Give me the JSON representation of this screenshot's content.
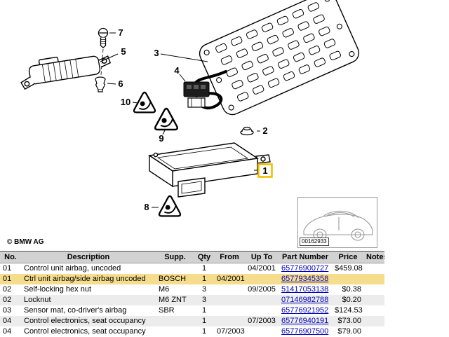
{
  "diagram": {
    "copyright": "© BMW AG",
    "thumbnail_code": "00162933",
    "callouts": {
      "c1": "1",
      "c2": "2",
      "c3": "3",
      "c4": "4",
      "c5": "5",
      "c6": "6",
      "c7": "7",
      "c8": "8",
      "c9": "9",
      "c10": "10"
    },
    "callout_highlight_color": "#f0c000"
  },
  "table": {
    "headers": [
      "No.",
      "Description",
      "Supp.",
      "Qty",
      "From",
      "Up To",
      "Part Number",
      "Price",
      "Notes"
    ],
    "rows": [
      {
        "no": "01",
        "description": "Control unit airbag, uncoded",
        "supp": "",
        "qty": "1",
        "from": "",
        "up_to": "04/2001",
        "part_number": "65776900727",
        "price": "$459.08",
        "notes": "",
        "highlighted": false
      },
      {
        "no": "01",
        "description": "Ctrl unit airbag/side airbag uncoded",
        "supp": "BOSCH",
        "qty": "1",
        "from": "04/2001",
        "up_to": "",
        "part_number": "65779345358",
        "price": "",
        "notes": "",
        "highlighted": true
      },
      {
        "no": "02",
        "description": "Self-locking hex nut",
        "supp": "M6",
        "qty": "3",
        "from": "",
        "up_to": "09/2005",
        "part_number": "51417053138",
        "price": "$0.38",
        "notes": "",
        "highlighted": false
      },
      {
        "no": "02",
        "description": "Locknut",
        "supp": "M6 ZNT",
        "qty": "3",
        "from": "",
        "up_to": "",
        "part_number": "07146982788",
        "price": "$0.20",
        "notes": "",
        "highlighted": false
      },
      {
        "no": "03",
        "description": "Sensor mat, co-driver's airbag",
        "supp": "SBR",
        "qty": "1",
        "from": "",
        "up_to": "",
        "part_number": "65776921952",
        "price": "$124.53",
        "notes": "",
        "highlighted": false
      },
      {
        "no": "04",
        "description": "Control electronics, seat occupancy",
        "supp": "",
        "qty": "1",
        "from": "",
        "up_to": "07/2003",
        "part_number": "65776940191",
        "price": "$73.00",
        "notes": "",
        "highlighted": false
      },
      {
        "no": "04",
        "description": "Control electronics, seat occupancy",
        "supp": "",
        "qty": "1",
        "from": "07/2003",
        "up_to": "",
        "part_number": "65776907500",
        "price": "$79.00",
        "notes": "",
        "highlighted": false
      }
    ]
  }
}
